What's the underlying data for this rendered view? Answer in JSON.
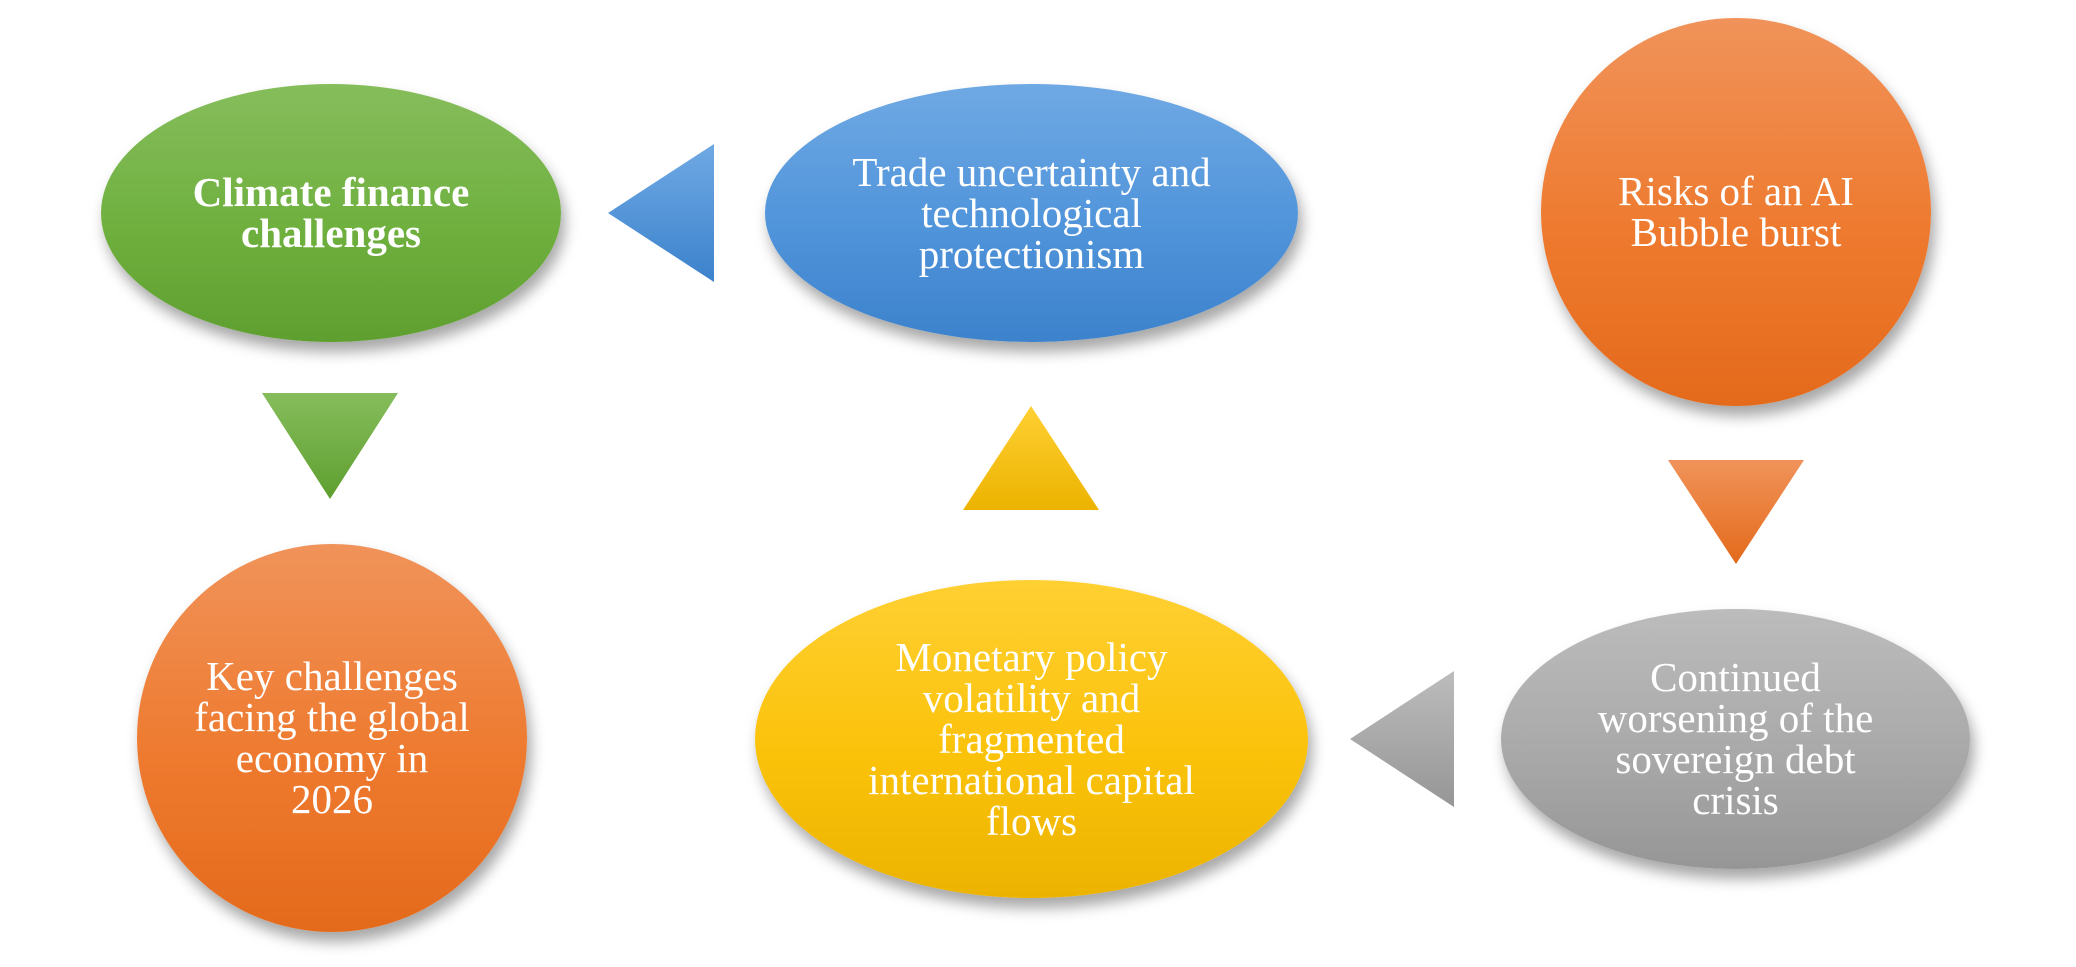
{
  "nodes": {
    "climate": "Climate finance challenges",
    "trade": "Trade uncertainty and technological protectionism",
    "ai": "Risks of an AI Bubble burst",
    "key": "Key challenges facing the global economy in 2026",
    "monetary": "Monetary policy volatility and fragmented international capital flows",
    "debt": "Continued worsening of the sovereign debt crisis"
  },
  "colors": {
    "green": "#70ad47",
    "blue": "#5b9bd5",
    "orange": "#ed7d31",
    "yellow": "#ffc000",
    "gray": "#a5a5a5"
  }
}
